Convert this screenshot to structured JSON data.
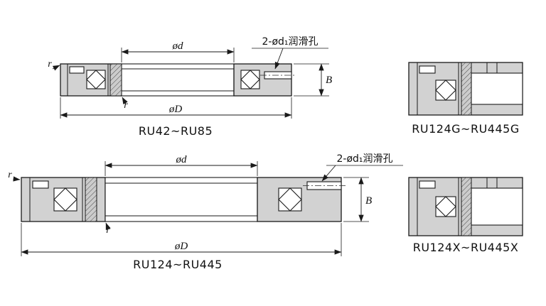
{
  "colors": {
    "metal_gray": "#d2d2d2",
    "line_black": "#1a1a1a",
    "background": "#ffffff"
  },
  "diagrams": {
    "ru42": {
      "label": "RU42~RU85",
      "dim_d": "ød",
      "dim_D": "øD",
      "dim_B": "B",
      "r_outer": "r",
      "r_inner": "r",
      "lube": "2-ød₁润滑孔"
    },
    "ru124g": {
      "label": "RU124G~RU445G"
    },
    "ru124": {
      "label": "RU124~RU445",
      "dim_d": "ød",
      "dim_D": "øD",
      "dim_B": "B",
      "r_outer": "r",
      "r_inner": "r",
      "lube": "2-ød₁润滑孔"
    },
    "ru124x": {
      "label": "RU124X~RU445X"
    }
  }
}
